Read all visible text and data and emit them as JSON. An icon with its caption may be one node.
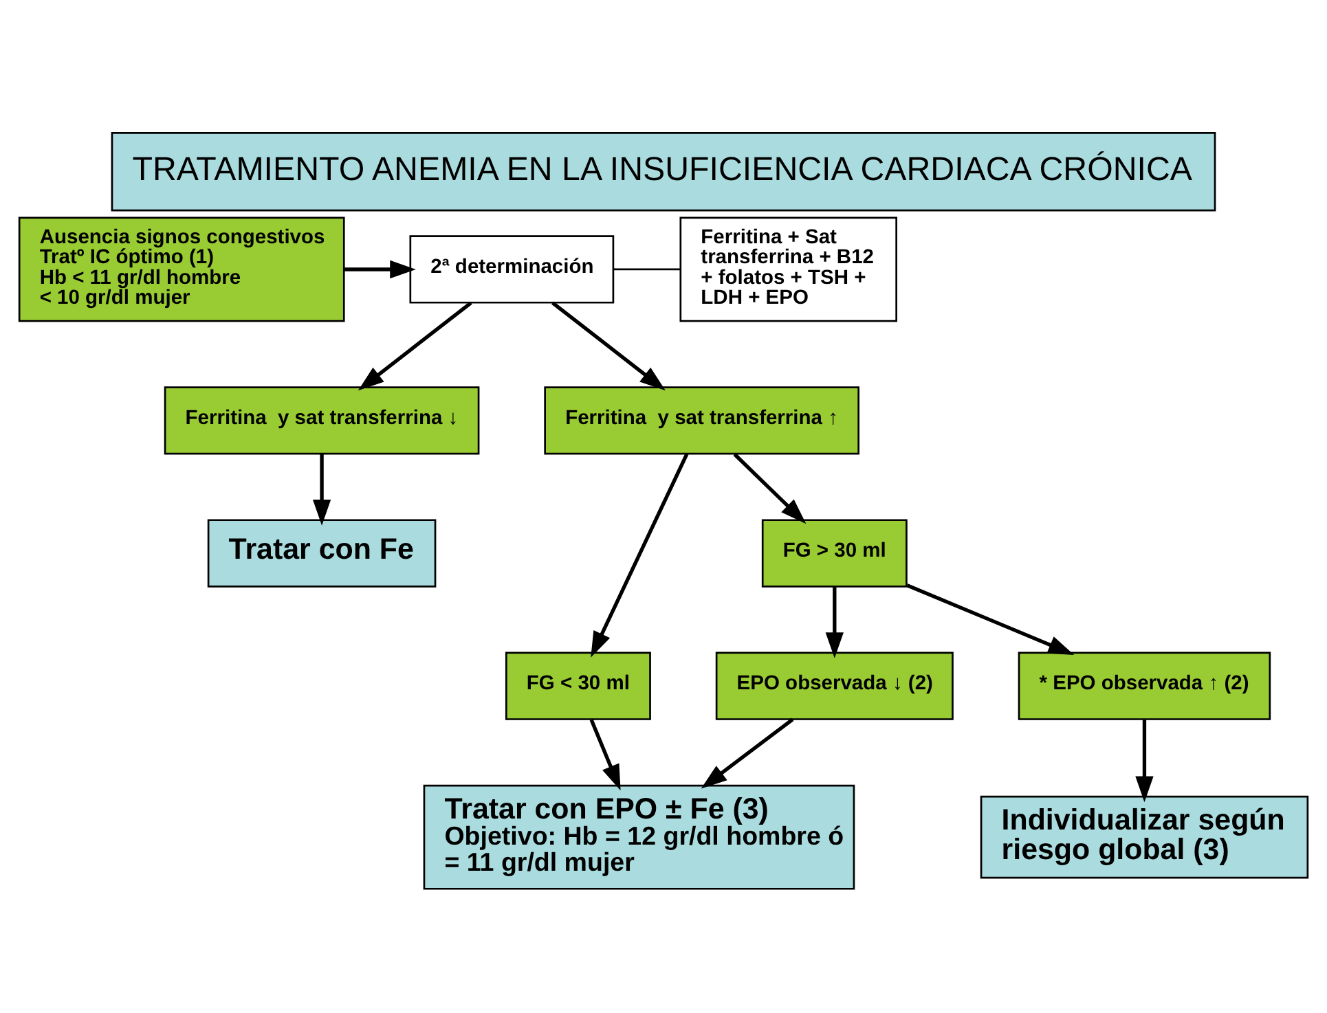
{
  "diagram": {
    "title": "TRATAMIENTO ANEMIA EN LA INSUFICIENCIA CARDIACA CRÓNICA",
    "nodes": [
      {
        "text": [
          "Ausencia signos congestivos",
          "Tratº IC óptimo (1)",
          "Hb < 11 gr/dl hombre",
          "< 10 gr/dl mujer"
        ]
      },
      {
        "text": [
          "2ª determinación"
        ]
      },
      {
        "text": [
          "Ferritina + Sat transferrina + B12 + folatos + TSH + LDH + EPO"
        ]
      },
      {
        "text": [
          "Ferritina  y sat transferrina ↓"
        ]
      },
      {
        "text": [
          "Ferritina  y sat transferrina ↑"
        ]
      },
      {
        "text": [
          "Tratar con Fe"
        ]
      },
      {
        "text": [
          "FG < 30 ml"
        ]
      },
      {
        "text": [
          "FG > 30 ml"
        ]
      },
      {
        "text": [
          "EPO observada ↓ (2)"
        ]
      },
      {
        "text": [
          "* EPO observada ↑ (2)"
        ]
      },
      {
        "text": [
          "Tratar con EPO ± Fe (3)",
          "Objetivo: Hb = 12 gr/dl hombre ó = 11 gr/dl mujer"
        ]
      },
      {
        "text": [
          "Individualizar según riesgo global (3)"
        ]
      }
    ],
    "edges": [
      {
        "from": 0,
        "to": 1,
        "arrow": "to"
      },
      {
        "from": 1,
        "to": 2,
        "arrow": "none"
      },
      {
        "from": 1,
        "to": 3,
        "arrow": "to"
      },
      {
        "from": 1,
        "to": 4,
        "arrow": "to"
      },
      {
        "from": 3,
        "to": 5,
        "arrow": "to"
      },
      {
        "from": 4,
        "to": 6,
        "arrow": "to"
      },
      {
        "from": 4,
        "to": 7,
        "arrow": "to"
      },
      {
        "from": 6,
        "to": 10,
        "arrow": "to"
      },
      {
        "from": 7,
        "to": 8,
        "arrow": "to"
      },
      {
        "from": 7,
        "to": 9,
        "arrow": "to"
      },
      {
        "from": 8,
        "to": 10,
        "arrow": "to"
      },
      {
        "from": 9,
        "to": 11,
        "arrow": "to"
      }
    ]
  }
}
